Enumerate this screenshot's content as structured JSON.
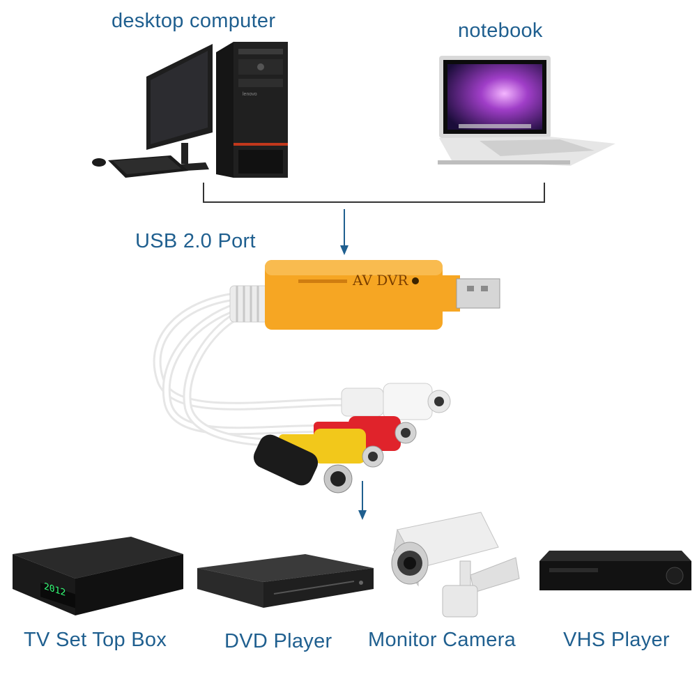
{
  "labels": {
    "desktop": "desktop computer",
    "notebook": "notebook",
    "usb_port": "USB 2.0 Port",
    "tv_box": "TV Set Top Box",
    "dvd": "DVD Player",
    "camera": "Monitor Camera",
    "vhs": "VHS Player"
  },
  "device_text": {
    "dongle": "AV DVR",
    "tv_box_display": "2012"
  },
  "colors": {
    "label_text": "#1f5f8f",
    "arrow": "#1f5f8f",
    "dongle_body": "#f6a623",
    "cable_white": "#f2f2f2",
    "rca_red": "#e0232b",
    "rca_yellow": "#f2c81b",
    "svideo_black": "#1b1b1b"
  },
  "icons": [
    "desktop-computer-icon",
    "notebook-icon",
    "usb-av-capture-dongle-icon",
    "tv-set-top-box-icon",
    "dvd-player-icon",
    "cctv-camera-icon",
    "vhs-player-icon"
  ]
}
